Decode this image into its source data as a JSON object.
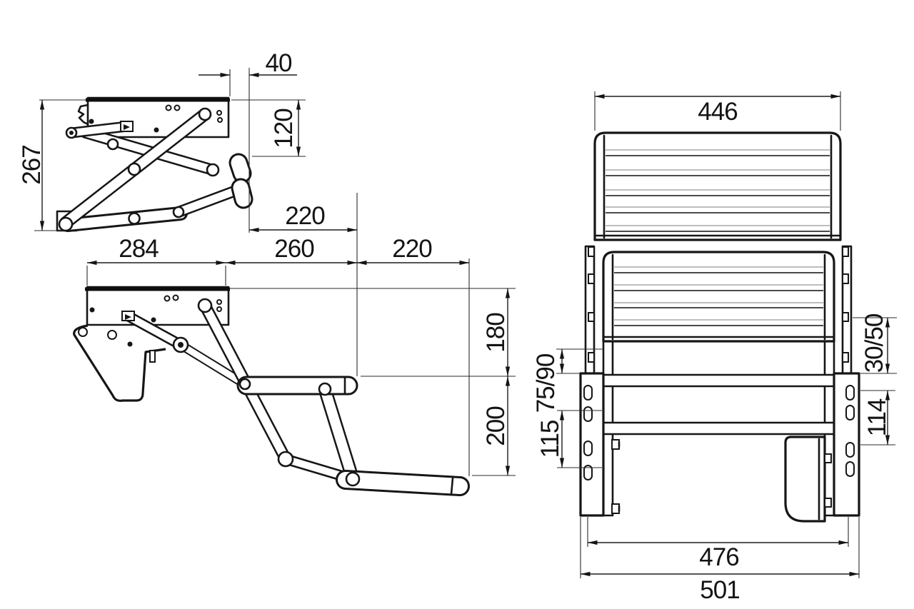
{
  "drawing": {
    "background": "#ffffff",
    "line_color": "#161616",
    "dim_color": "#1d1d1d",
    "subject": "double folding entry step - dimensioned technical drawing",
    "views": {
      "folded": {
        "label": "folded side view",
        "dims": {
          "overall_height": "267",
          "front_offset": "40",
          "top_drop": "120",
          "extension_travel": "220"
        }
      },
      "extended": {
        "label": "extended side view",
        "dims": {
          "mounting_width": "284",
          "step1_reach": "260",
          "step2_reach": "220",
          "step1_drop": "180",
          "step2_drop": "200"
        }
      },
      "front": {
        "label": "front view",
        "dims": {
          "tread_width": "446",
          "left_bracket_gap": "75/90",
          "left_hole_pitch": "115",
          "right_bracket_gap": "30/50",
          "right_hole_pitch": "114",
          "hole_span": "476",
          "overall_width": "501"
        }
      }
    }
  }
}
